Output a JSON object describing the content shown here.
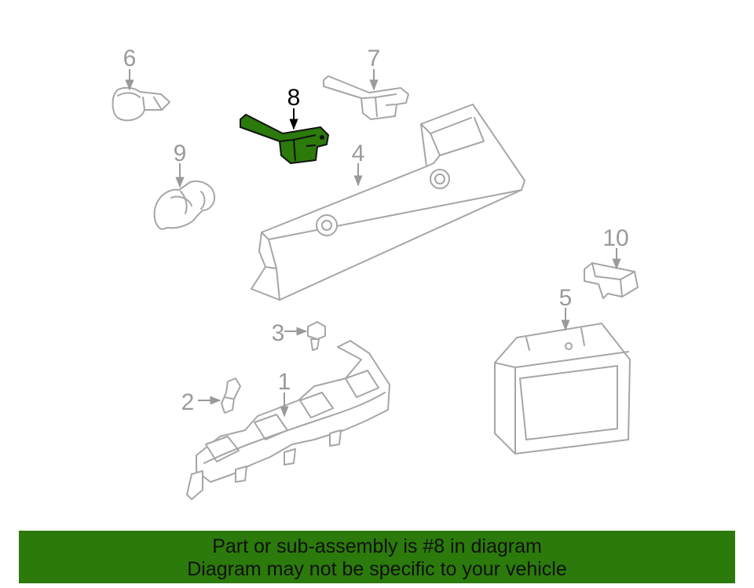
{
  "diagram": {
    "callouts": [
      {
        "id": "1",
        "text": "1"
      },
      {
        "id": "2",
        "text": "2"
      },
      {
        "id": "3",
        "text": "3"
      },
      {
        "id": "4",
        "text": "4"
      },
      {
        "id": "5",
        "text": "5"
      },
      {
        "id": "6",
        "text": "6"
      },
      {
        "id": "7",
        "text": "7"
      },
      {
        "id": "8",
        "text": "8"
      },
      {
        "id": "9",
        "text": "9"
      },
      {
        "id": "10",
        "text": "10"
      }
    ],
    "highlighted_part": "8",
    "colors": {
      "highlight_fill": "#2b7a0b",
      "line_art": "#a6a6a6",
      "callout_text": "#9a9a9a",
      "banner_background": "#2b7a0b",
      "banner_text": "#111111"
    }
  },
  "banner": {
    "line1": "Part or sub-assembly is #8 in diagram",
    "line2": "Diagram may not be specific to your vehicle"
  }
}
